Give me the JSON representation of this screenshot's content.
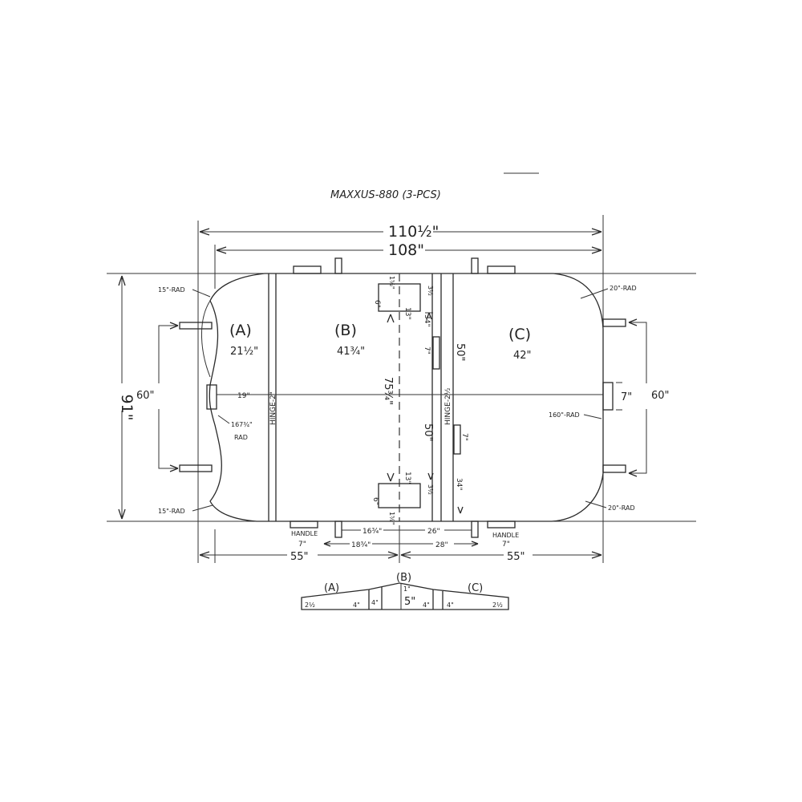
{
  "title": "MAXXUS-880 (3-PCS)",
  "dims": {
    "overall_width": "110½\"",
    "inner_width": "108\"",
    "height": "91\"",
    "left_span": "60\"",
    "right_span": "60\"",
    "half_left": "55\"",
    "half_right": "55\"",
    "section_a_width": "21½\"",
    "section_b_width": "41¾\"",
    "section_c_width": "42\"",
    "dim_19": "19\"",
    "dim_75": "75¾\"",
    "dim_13_top": "13\"",
    "dim_13_bot": "13\"",
    "dim_6_top": "6\"",
    "dim_6_bot": "6\"",
    "dim_15_8_top": "1⅝\"",
    "dim_15_8_bot": "1⅝\"",
    "dim_3_5_top": "3½",
    "dim_3_5_bot": "3½",
    "dim_34_top": "34\"",
    "dim_34_bot": "34\"",
    "dim_7_mid_a": "7\"",
    "dim_7_mid_b": "7\"",
    "dim_7_right": "7\"",
    "dim_50_left": "50\"",
    "dim_50_right": "50\"",
    "dim_16_34": "16¾\"",
    "dim_18_34": "18¾\"",
    "dim_26": "26\"",
    "dim_28": "28\"",
    "handle_left_dim": "7\"",
    "handle_right_dim": "7\""
  },
  "labels": {
    "section_a": "(A)",
    "section_b": "(B)",
    "section_c": "(C)",
    "hinge_left": "HINGE-2\"",
    "hinge_right": "HINGE-2½",
    "handle_left": "HANDLE",
    "handle_right": "HANDLE",
    "rad_15_top": "15\"-RAD",
    "rad_15_bot": "15\"-RAD",
    "rad_20_top": "20\"-RAD",
    "rad_20_bot": "20\"-RAD",
    "rad_167": "167¾\"",
    "rad_167_sub": "RAD",
    "rad_160": "160\"-RAD"
  },
  "profile": {
    "label_a": "(A)",
    "label_b": "(B)",
    "label_c": "(C)",
    "edge_left": "2½",
    "edge_right": "2½",
    "a_inner": "4\"",
    "b_left": "4\"",
    "b_center": "5\"",
    "b_peak": "1\"",
    "b_right": "4\"",
    "c_inner": "4\""
  }
}
